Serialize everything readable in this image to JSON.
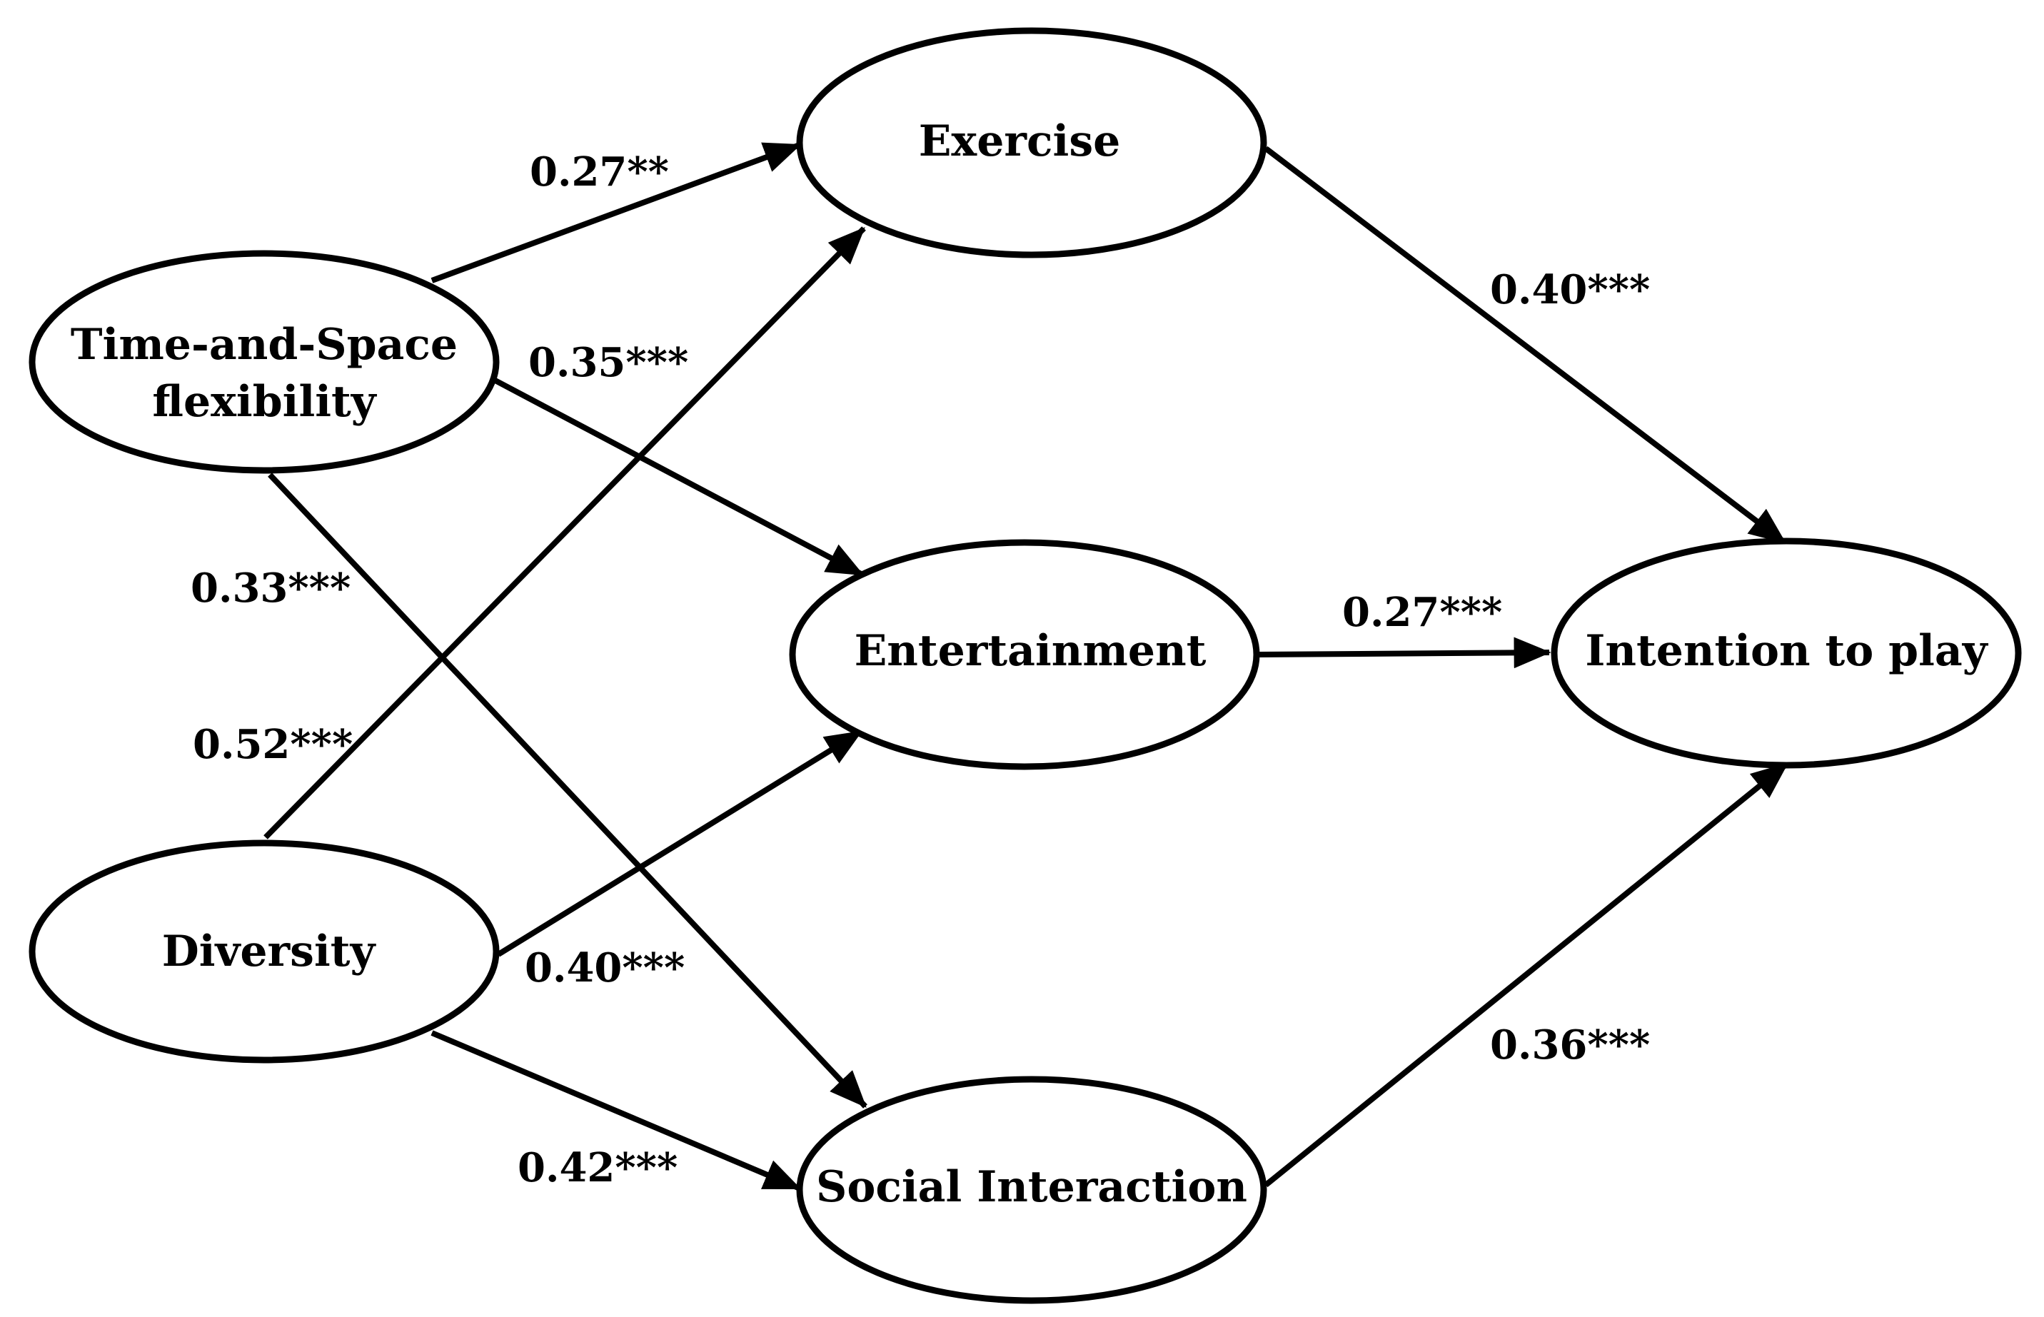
{
  "diagram": {
    "nodes": {
      "time_space": {
        "lines": [
          "Time-and-Space",
          "flexibility"
        ]
      },
      "diversity": {
        "lines": [
          "Diversity"
        ]
      },
      "exercise": {
        "lines": [
          "Exercise"
        ]
      },
      "entertainment": {
        "lines": [
          "Entertainment"
        ]
      },
      "social": {
        "lines": [
          "Social Interaction"
        ]
      },
      "intention": {
        "lines": [
          "Intention to play"
        ]
      }
    },
    "edges": {
      "ts_exercise": {
        "from": "Time-and-Space flexibility",
        "to": "Exercise",
        "label": "0.27**"
      },
      "ts_entertainment": {
        "from": "Time-and-Space flexibility",
        "to": "Entertainment",
        "label": "0.35***"
      },
      "ts_social": {
        "from": "Time-and-Space flexibility",
        "to": "Social Interaction",
        "label": "0.33***"
      },
      "div_exercise": {
        "from": "Diversity",
        "to": "Exercise",
        "label": "0.52***"
      },
      "div_entertainment": {
        "from": "Diversity",
        "to": "Entertainment",
        "label": "0.40***"
      },
      "div_social": {
        "from": "Diversity",
        "to": "Social Interaction",
        "label": "0.42***"
      },
      "exercise_intention": {
        "from": "Exercise",
        "to": "Intention to play",
        "label": "0.40***"
      },
      "entertainment_intention": {
        "from": "Entertainment",
        "to": "Intention to play",
        "label": "0.27***"
      },
      "social_intention": {
        "from": "Social Interaction",
        "to": "Intention to play",
        "label": "0.36***"
      }
    }
  }
}
